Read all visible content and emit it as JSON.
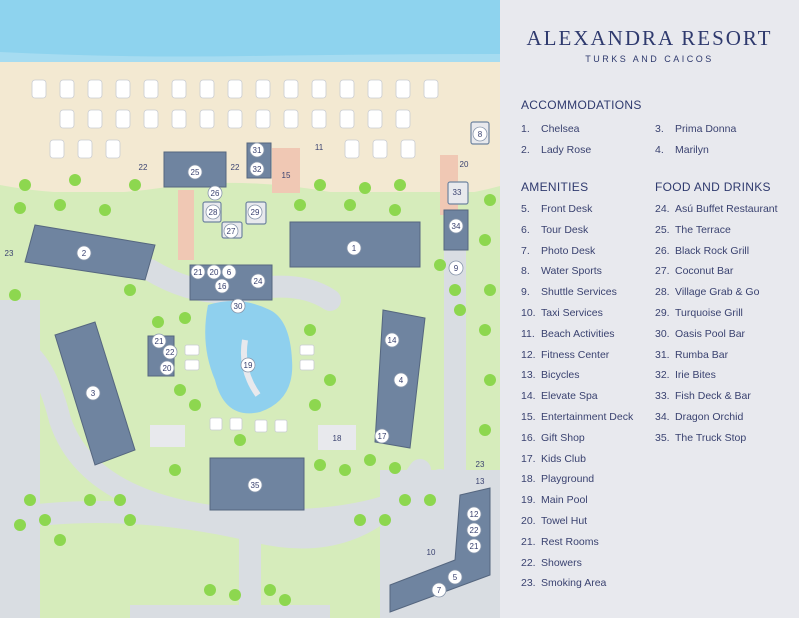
{
  "resort": {
    "name": "ALEXANDRA RESORT",
    "location": "TURKS AND CAICOS"
  },
  "sections": {
    "accommodations": "ACCOMMODATIONS",
    "amenities": "AMENITIES",
    "food": "FOOD AND DRINKS"
  },
  "accommodations": [
    {
      "num": "1.",
      "label": "Chelsea"
    },
    {
      "num": "2.",
      "label": "Lady Rose"
    },
    {
      "num": "3.",
      "label": "Prima Donna"
    },
    {
      "num": "4.",
      "label": "Marilyn"
    }
  ],
  "amenities": [
    {
      "num": "5.",
      "label": "Front Desk"
    },
    {
      "num": "6.",
      "label": "Tour Desk"
    },
    {
      "num": "7.",
      "label": "Photo Desk"
    },
    {
      "num": "8.",
      "label": "Water Sports"
    },
    {
      "num": "9.",
      "label": "Shuttle Services"
    },
    {
      "num": "10.",
      "label": "Taxi Services"
    },
    {
      "num": "11.",
      "label": "Beach Activities"
    },
    {
      "num": "12.",
      "label": "Fitness Center"
    },
    {
      "num": "13.",
      "label": "Bicycles"
    },
    {
      "num": "14.",
      "label": "Elevate Spa"
    },
    {
      "num": "15.",
      "label": "Entertainment Deck"
    },
    {
      "num": "16.",
      "label": "Gift Shop"
    },
    {
      "num": "17.",
      "label": "Kids Club"
    },
    {
      "num": "18.",
      "label": "Playground"
    },
    {
      "num": "19.",
      "label": "Main Pool"
    },
    {
      "num": "20.",
      "label": "Towel Hut"
    },
    {
      "num": "21.",
      "label": "Rest Rooms"
    },
    {
      "num": "22.",
      "label": "Showers"
    },
    {
      "num": "23.",
      "label": "Smoking Area"
    }
  ],
  "food": [
    {
      "num": "24.",
      "label": "Asú Buffet Restaurant"
    },
    {
      "num": "25.",
      "label": "The Terrace"
    },
    {
      "num": "26.",
      "label": "Black Rock Grill"
    },
    {
      "num": "27.",
      "label": "Coconut Bar"
    },
    {
      "num": "28.",
      "label": "Village Grab & Go"
    },
    {
      "num": "29.",
      "label": "Turquoise Grill"
    },
    {
      "num": "30.",
      "label": "Oasis Pool Bar"
    },
    {
      "num": "31.",
      "label": "Rumba Bar"
    },
    {
      "num": "32.",
      "label": "Irie Bites"
    },
    {
      "num": "33.",
      "label": "Fish Deck & Bar"
    },
    {
      "num": "34.",
      "label": "Dragon Orchid"
    },
    {
      "num": "35.",
      "label": "The Truck Stop"
    }
  ],
  "map_labels": {
    "m1": "1",
    "m2": "2",
    "m3": "3",
    "m4": "4",
    "m5": "5",
    "m7": "7",
    "m8": "8",
    "m9": "9",
    "m10": "10",
    "m11": "11",
    "m12": "12",
    "m13": "13",
    "m14": "14",
    "m15": "15",
    "m16": "16",
    "m17": "17",
    "m18": "18",
    "m19": "19",
    "m20": "20",
    "m20b": "20",
    "m20c": "20",
    "m21": "21",
    "m21b": "21",
    "m21c": "21",
    "m22": "22",
    "m22b": "22",
    "m22c": "22",
    "m22d": "22",
    "m23": "23",
    "m23b": "23",
    "m24": "24",
    "m25": "25",
    "m26": "26",
    "m27": "27",
    "m28": "28",
    "m29": "29",
    "m30": "30",
    "m31": "31",
    "m32": "32",
    "m33": "33",
    "m34": "34",
    "m35": "35",
    "m6": "6"
  },
  "colors": {
    "ocean": "#8ed3ee",
    "sand": "#f3e9d2",
    "grass": "#d6ecbb",
    "path": "#d9dde2",
    "building": "#6f84a0",
    "pool": "#8fd0ee",
    "palm": "#8dd74f",
    "accent": "#2f3a6e"
  }
}
